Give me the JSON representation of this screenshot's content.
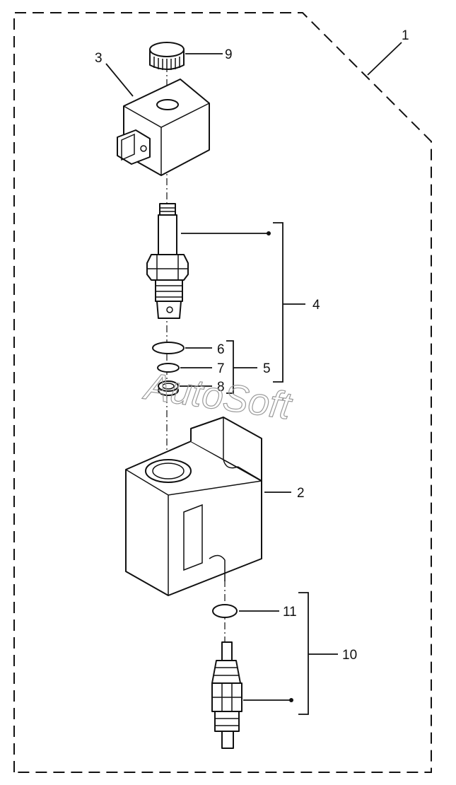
{
  "labels": {
    "l1": "1",
    "l2": "2",
    "l3": "3",
    "l4": "4",
    "l5": "5",
    "l6": "6",
    "l7": "7",
    "l8": "8",
    "l9": "9",
    "l10": "10",
    "l11": "11"
  },
  "watermark": "AutoSoft"
}
